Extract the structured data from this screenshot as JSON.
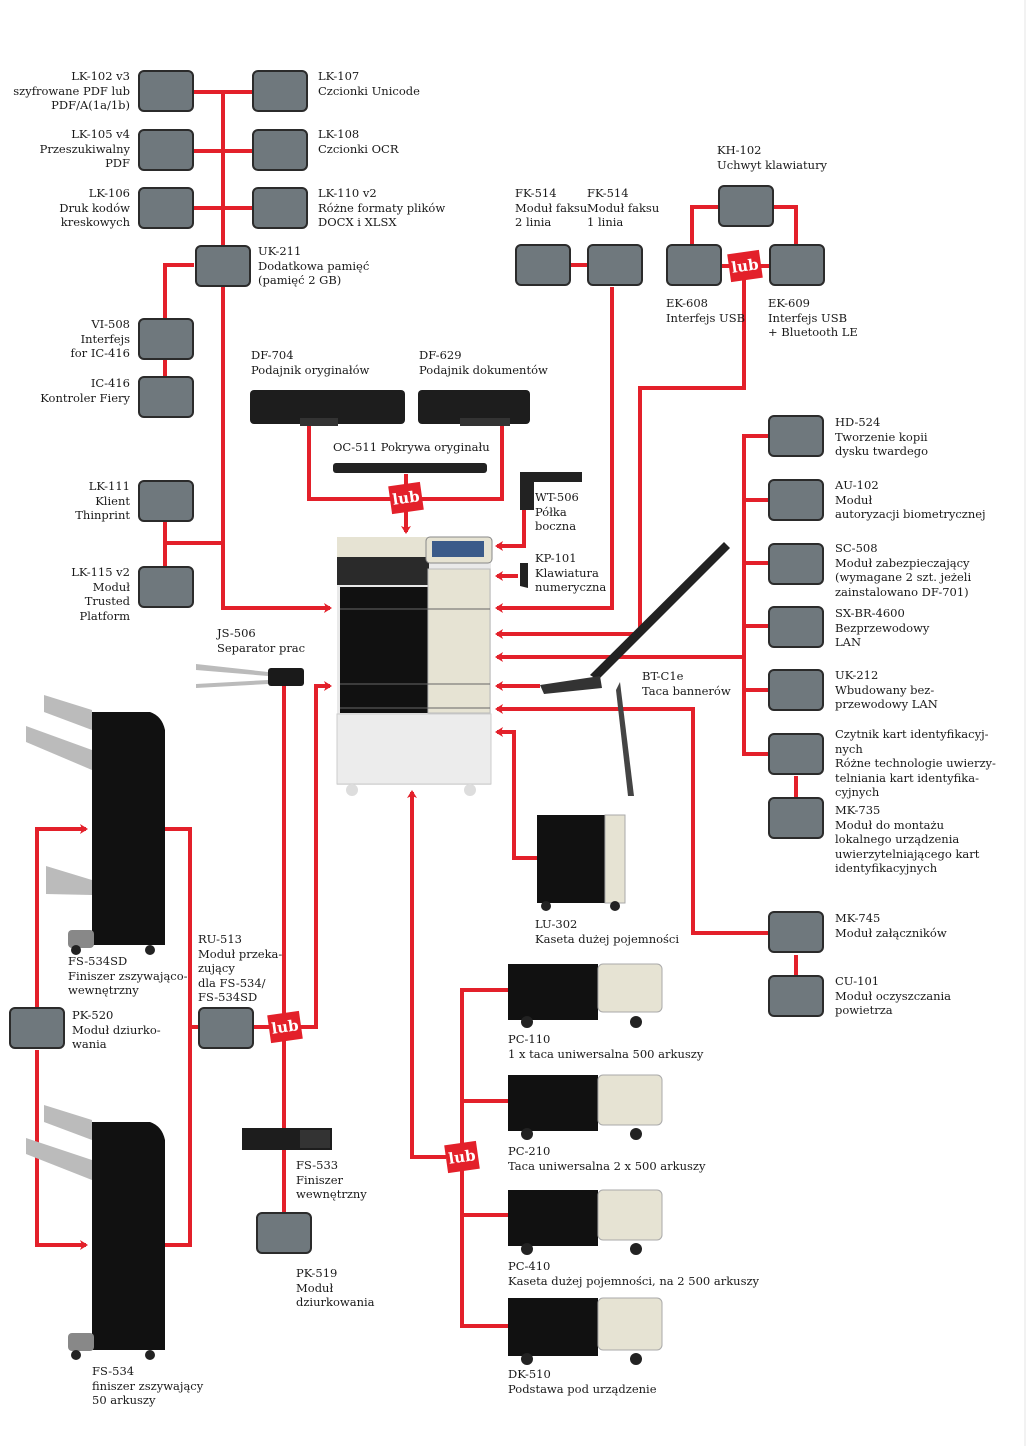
{
  "diagram": {
    "title": "Opcje konfiguracji urządzenia",
    "connector_color": "#e3202a",
    "box_color": "#6f787d",
    "or_label": "lub",
    "modules": {
      "lk102": {
        "code": "LK-102 v3",
        "desc": "szyfrowane PDF lub\nPDF/A(1a/1b)"
      },
      "lk107": {
        "code": "LK-107",
        "desc": "Czcionki Unicode"
      },
      "lk105": {
        "code": "LK-105 v4",
        "desc": "Przeszukiwalny\nPDF"
      },
      "lk108": {
        "code": "LK-108",
        "desc": "Czcionki OCR"
      },
      "lk106": {
        "code": "LK-106",
        "desc": "Druk kodów\nkreskowych"
      },
      "lk110": {
        "code": "LK-110 v2",
        "desc": "Różne formaty plików\nDOCX i XLSX"
      },
      "uk211": {
        "code": "UK-211",
        "desc": "Dodatkowa pamięć\n(pamięć 2 GB)"
      },
      "vi508": {
        "code": "VI-508",
        "desc": "Interfejs\nfor IC-416"
      },
      "ic416": {
        "code": "IC-416",
        "desc": "Kontroler Fiery"
      },
      "lk111": {
        "code": "LK-111",
        "desc": "Klient\nThinprint"
      },
      "lk115": {
        "code": "LK-115 v2",
        "desc": "Moduł\nTrusted\nPlatform"
      },
      "fk514a": {
        "code": "FK-514",
        "desc": "Moduł faksu\n2 linia"
      },
      "fk514b": {
        "code": "FK-514",
        "desc": "Moduł faksu\n1 linia"
      },
      "kh102": {
        "code": "KH-102",
        "desc": "Uchwyt klawiatury"
      },
      "ek608": {
        "code": "EK-608",
        "desc": "Interfejs USB"
      },
      "ek609": {
        "code": "EK-609",
        "desc": "Interfejs USB\n+ Bluetooth LE"
      },
      "df704": {
        "code": "DF-704",
        "desc": "Podajnik oryginałów"
      },
      "df629": {
        "code": "DF-629",
        "desc": "Podajnik dokumentów"
      },
      "oc511": {
        "code": "OC-511",
        "desc": "Pokrywa oryginału"
      },
      "wt506": {
        "code": "WT-506",
        "desc": "Półka\nboczna"
      },
      "kp101": {
        "code": "KP-101",
        "desc": "Klawiatura\nnumeryczna"
      },
      "hd524": {
        "code": "HD-524",
        "desc": "Tworzenie kopii\ndysku twardego"
      },
      "au102": {
        "code": "AU-102",
        "desc": "Moduł\nautoryzacji biometrycznej"
      },
      "sc508": {
        "code": "SC-508",
        "desc": "Moduł zabezpieczający\n(wymagane 2 szt. jeżeli\nzainstalowano DF-701)"
      },
      "sxbr": {
        "code": "SX-BR-4600",
        "desc": "Bezprzewodowy\nLAN"
      },
      "uk212": {
        "code": "UK-212",
        "desc": "Wbudowany bez-\nprzewodowy LAN"
      },
      "cardreader": {
        "code": "Czytnik kart identyfikacyj-",
        "desc": "nych\nRóżne technologie uwierzy-\ntelniania kart identyfika-\ncyjnych"
      },
      "mk735": {
        "code": "MK-735",
        "desc": "Moduł do montażu\nlokalnego urządzenia\nuwierzytelniającego kart\nidentyfikacyjnych"
      },
      "js506": {
        "code": "JS-506",
        "desc": "Separator prac"
      },
      "btc1e": {
        "code": "BT-C1e",
        "desc": "Taca bannerów"
      },
      "lu302": {
        "code": "LU-302",
        "desc": "Kaseta dużej pojemności"
      },
      "mk745": {
        "code": "MK-745",
        "desc": "Moduł załączników"
      },
      "cu101": {
        "code": "CU-101",
        "desc": "Moduł oczyszczania\npowietrza"
      },
      "fs534sd": {
        "code": "FS-534SD",
        "desc": "Finiszer zszywająco-\nwewnętrzny"
      },
      "ru513": {
        "code": "RU-513",
        "desc": "Moduł przeka-\nzujący\ndla FS-534/\nFS-534SD"
      },
      "pk520": {
        "code": "PK-520",
        "desc": "Moduł dziurko-\nwania"
      },
      "pc110": {
        "code": "PC-110",
        "desc": "1 x taca uniwersalna 500 arkuszy"
      },
      "pc210": {
        "code": "PC-210",
        "desc": "Taca uniwersalna 2 x 500 arkuszy"
      },
      "pc410": {
        "code": "PC-410",
        "desc": "Kaseta dużej pojemności, na 2 500 arkuszy"
      },
      "dk510": {
        "code": "DK-510",
        "desc": "Podstawa pod urządzenie"
      },
      "fs533": {
        "code": "FS-533",
        "desc": "Finiszer\nwewnętrzny"
      },
      "pk519": {
        "code": "PK-519",
        "desc": "Moduł\ndziurkowania"
      },
      "fs534": {
        "code": "FS-534",
        "desc": "finiszer zszywający\n50 arkuszy"
      }
    }
  }
}
